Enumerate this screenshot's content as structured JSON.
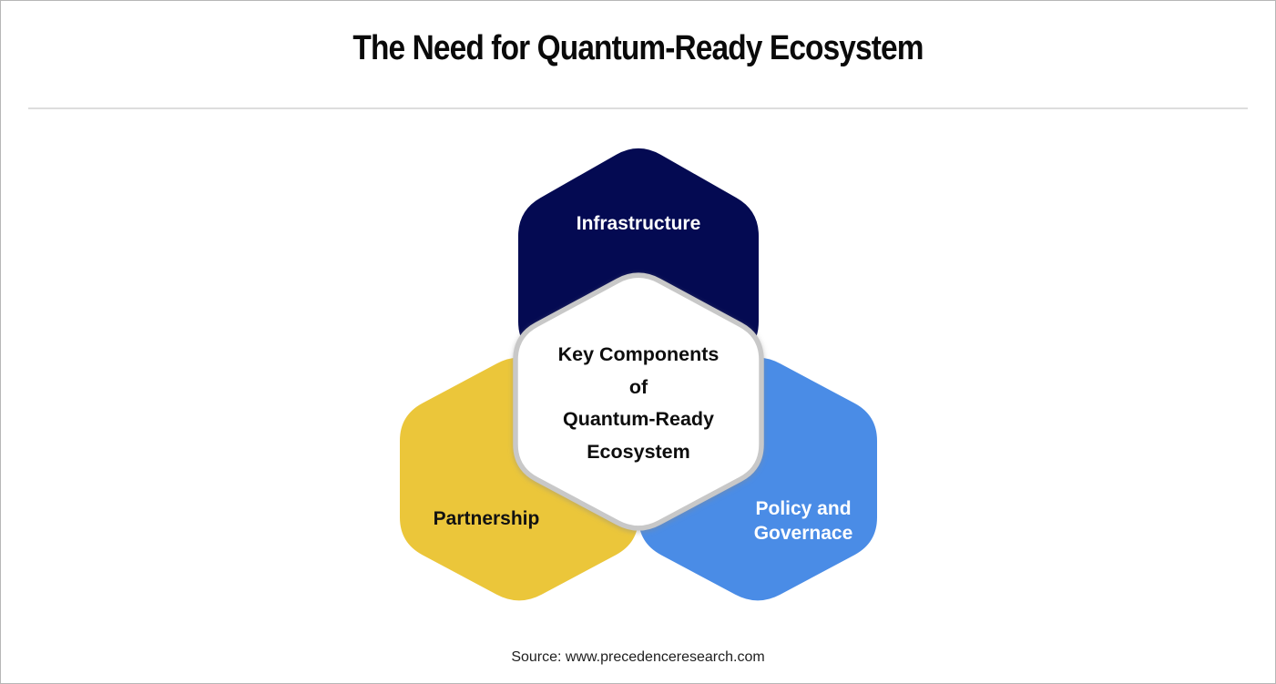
{
  "header": {
    "title": "The Need for Quantum-Ready Ecosystem"
  },
  "footer": {
    "source": "Source: www.precedenceresearch.com"
  },
  "diagram": {
    "center": {
      "lines": [
        "Key Components",
        "of",
        "Quantum-Ready",
        "Ecosystem"
      ],
      "fill": "#FFFFFF",
      "border_color": "#C8C8C8",
      "text_color": "#0D0D0D"
    },
    "nodes": [
      {
        "id": "infrastructure",
        "label": "Infrastructure",
        "color": "#040A52",
        "text_color": "#FFFFFF"
      },
      {
        "id": "partnership",
        "label": "Partnership",
        "color": "#EBC63A",
        "text_color": "#121212"
      },
      {
        "id": "policy-governance",
        "label_lines": [
          "Policy and",
          "Governace"
        ],
        "color": "#4A8CE6",
        "text_color": "#FFFFFF"
      }
    ]
  }
}
